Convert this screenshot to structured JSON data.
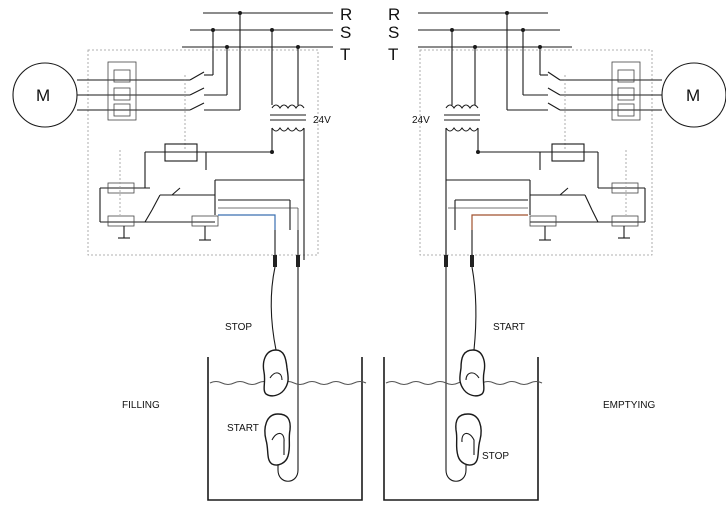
{
  "bus_left": {
    "r": "R",
    "s": "S",
    "t": "T"
  },
  "bus_right": {
    "r": "R",
    "s": "S",
    "t": "T"
  },
  "motor_left": "M",
  "motor_right": "M",
  "voltage_left": "24V",
  "voltage_right": "24V",
  "filling": {
    "caption": "FILLING",
    "top_float": "STOP",
    "bottom_float": "START"
  },
  "emptying": {
    "caption": "EMPTYING",
    "top_float": "START",
    "bottom_float": "STOP"
  },
  "colors": {
    "wire": "#1a1a1a",
    "blue_wire": "#3a6fb0",
    "brown_wire": "#a0522d",
    "dashed_box": "#999999"
  }
}
